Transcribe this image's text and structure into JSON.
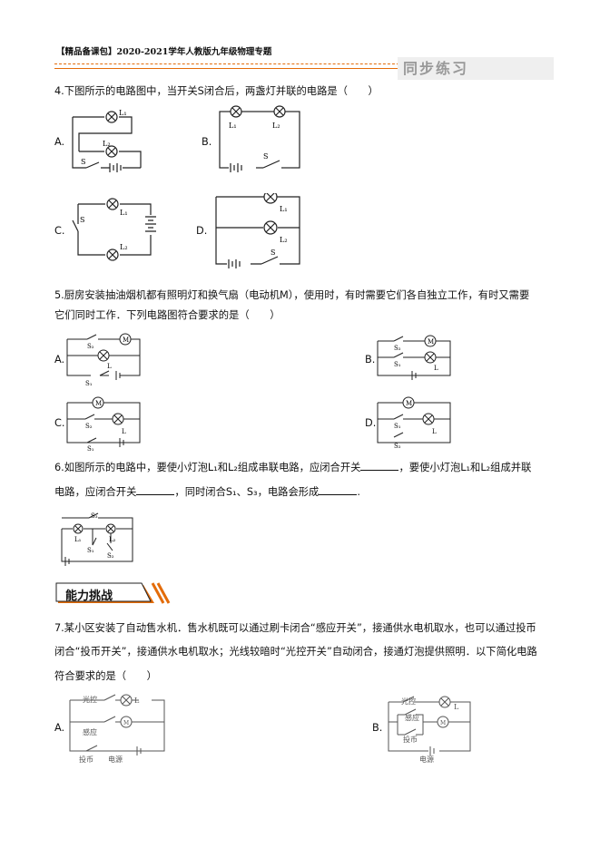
{
  "header": {
    "series": "【精品备课包】2020-2021学年人教版九年级物理专题",
    "tag": "同步练习"
  },
  "q4": {
    "stem": "4.下图所示的电路图中，当开关S闭合后，两盏灯并联的电路是（　　）",
    "options": [
      "A.",
      "B.",
      "C.",
      "D."
    ]
  },
  "q5": {
    "line1": "5.厨房安装抽油烟机都有照明灯和换气扇（电动机M），使用时，有时需要它们各自独立工作，有时又需要",
    "line2": "它们同时工作．下列电路图符合要求的是（　　）",
    "options": [
      "A.",
      "B.",
      "C.",
      "D."
    ]
  },
  "q6": {
    "line1_a": "6.如图所示的电路中，要使小灯泡L₁和L₂组成串联电路，应闭合开关",
    "line1_b": "，要使小灯泡L₁和L₂组成并联",
    "line2_a": "电路，应闭合开关",
    "line2_b": "，同时闭合S₁、S₃，电路会形成",
    "line2_c": "."
  },
  "section": {
    "title": "能力挑战"
  },
  "q7": {
    "line1": "7.某小区安装了自动售水机．售水机既可以通过刷卡闭合“感应开关”，接通供水电机取水，也可以通过投币",
    "line2": "闭合“投币开关”，接通供水电机取水；光线较暗时“光控开关”自动闭合，接通灯泡提供照明．以下简化电路",
    "line3": "符合要求的是（　　）",
    "options": [
      "A.",
      "B."
    ]
  },
  "labels": {
    "L": "L",
    "L1": "L₁",
    "L2": "L₂",
    "S": "S",
    "M": "M",
    "S1": "S₁",
    "S2": "S₂",
    "S3": "S₃",
    "guangkong": "光控",
    "ganying": "感应",
    "toubi": "投币",
    "dianyuan": "电源"
  }
}
